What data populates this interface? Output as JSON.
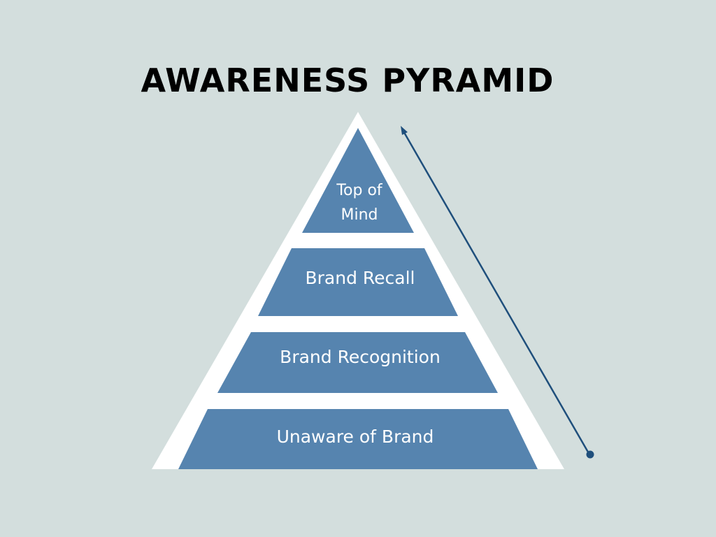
{
  "title": "AWARENESS PYRAMID",
  "tiers": [
    {
      "label_lines": [
        "Top of",
        "Mind"
      ]
    },
    {
      "label_lines": [
        "Brand Recall"
      ]
    },
    {
      "label_lines": [
        "Brand Recognition"
      ]
    },
    {
      "label_lines": [
        "Unaware of Brand"
      ]
    }
  ],
  "colors": {
    "background": "#d3dedd",
    "pyramid_outline": "#ffffff",
    "tier_fill": "#5684af",
    "arrow": "#1f4f7c",
    "title": "#000000"
  },
  "arrow": {
    "direction": "up",
    "start_marker": "dot",
    "end_marker": "arrowhead"
  }
}
